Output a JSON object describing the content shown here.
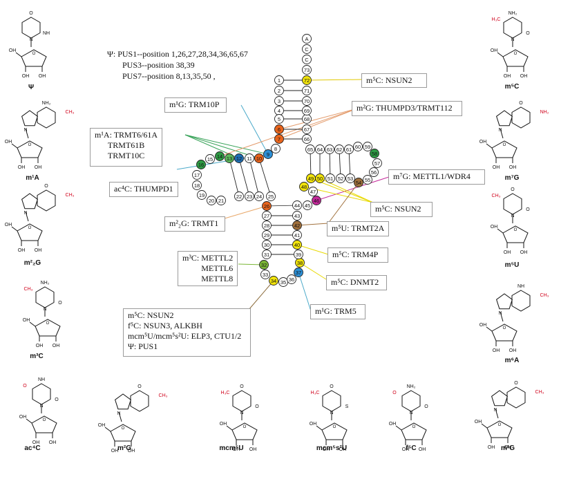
{
  "psi_note": {
    "lines": [
      "Ψ: PUS1--position 1,26,27,28,34,36,65,67",
      "PUS3--position 38,39",
      "PUS7--position 8,13,35,50 ,"
    ]
  },
  "annotation_boxes": [
    {
      "id": "m5c-nsun2-top",
      "lines": [
        "m⁵C: NSUN2"
      ]
    },
    {
      "id": "m1g-trm10p",
      "lines": [
        "m¹G: TRM10P"
      ]
    },
    {
      "id": "m2g-thumpd3",
      "lines": [
        "m²G: THUMPD3/TRMT112"
      ]
    },
    {
      "id": "m1a-trmt",
      "lines": [
        "m¹A: TRMT6/61A",
        "TRMT61B",
        "TRMT10C"
      ]
    },
    {
      "id": "ac4c-thumpd1",
      "lines": [
        "ac⁴C: THUMPD1"
      ]
    },
    {
      "id": "m7g-mettl1",
      "lines": [
        "m⁷G: METTL1/WDR4"
      ]
    },
    {
      "id": "m5c-nsun2-mid",
      "lines": [
        "m⁵C: NSUN2"
      ]
    },
    {
      "id": "m22g-trmt1",
      "lines": [
        "m²₂G: TRMT1"
      ]
    },
    {
      "id": "m5u-trmt2a",
      "lines": [
        "m⁵U: TRMT2A"
      ]
    },
    {
      "id": "m3c-mettl",
      "lines": [
        "m³C: METTL2",
        "METTL6",
        "METTL8"
      ]
    },
    {
      "id": "m5c-trm4p",
      "lines": [
        "m⁵C: TRM4P"
      ]
    },
    {
      "id": "m5c-dnmt2",
      "lines": [
        "m⁵C: DNMT2"
      ]
    },
    {
      "id": "m1g-trm5",
      "lines": [
        "m¹G: TRM5"
      ]
    },
    {
      "id": "anticodon-box",
      "lines": [
        "m⁵C: NSUN2",
        "f⁵C: NSUN3, ALKBH",
        "mcm⁵U/mcm⁵s²U: ELP3, CTU1/2",
        "Ψ: PUS1"
      ]
    }
  ],
  "nucleotides": {
    "acc_tail": [
      "A",
      "C",
      "C"
    ],
    "numbers": [
      "1",
      "2",
      "3",
      "4",
      "5",
      "6",
      "7",
      "8",
      "9",
      "10",
      "11",
      "12",
      "13",
      "14",
      "15",
      "16",
      "17",
      "18",
      "19",
      "20",
      "21",
      "22",
      "23",
      "24",
      "25",
      "26",
      "27",
      "28",
      "29",
      "30",
      "31",
      "32",
      "33",
      "34",
      "35",
      "36",
      "37",
      "38",
      "39",
      "40",
      "41",
      "42",
      "43",
      "44",
      "45",
      "46",
      "47",
      "48",
      "49",
      "50",
      "51",
      "52",
      "53",
      "54",
      "55",
      "56",
      "57",
      "58",
      "59",
      "60",
      "61",
      "62",
      "63",
      "64",
      "65",
      "66",
      "67",
      "68",
      "69",
      "70",
      "71",
      "72",
      "73"
    ]
  },
  "highlight_colors": {
    "orange": "#e8641c",
    "blue": "#1f6fb5",
    "green": "#2e9a44",
    "yellow": "#f2e40c",
    "brown": "#a0703c",
    "magenta": "#c4289a",
    "lime": "#7ab635",
    "sky": "#2c8fd6",
    "lightgreen": "#5cb85c"
  },
  "molecules": [
    {
      "id": "psi",
      "label": "Ψ"
    },
    {
      "id": "m1a",
      "label": "m¹A"
    },
    {
      "id": "m22g",
      "label": "m²₂G"
    },
    {
      "id": "m3c",
      "label": "m³C"
    },
    {
      "id": "ac4c",
      "label": "ac⁴C"
    },
    {
      "id": "m2g",
      "label": "m²G"
    },
    {
      "id": "mcm5u",
      "label": "mcm⁵U"
    },
    {
      "id": "mcm5s2u",
      "label": "mcm⁵s²U"
    },
    {
      "id": "f5c",
      "label": "f⁵C"
    },
    {
      "id": "m1g",
      "label": "m¹G"
    },
    {
      "id": "m5c",
      "label": "m⁵C"
    },
    {
      "id": "m7g",
      "label": "m⁷G"
    },
    {
      "id": "m5u",
      "label": "m⁵U"
    },
    {
      "id": "m6a",
      "label": "m⁶A"
    }
  ],
  "chem_text": {
    "oh": "OH",
    "nh2": "NH₂",
    "nh": "NH",
    "ch3": "CH₃",
    "h3c": "H₃C",
    "o": "O",
    "n": "N",
    "s": "S",
    "h": "H"
  }
}
